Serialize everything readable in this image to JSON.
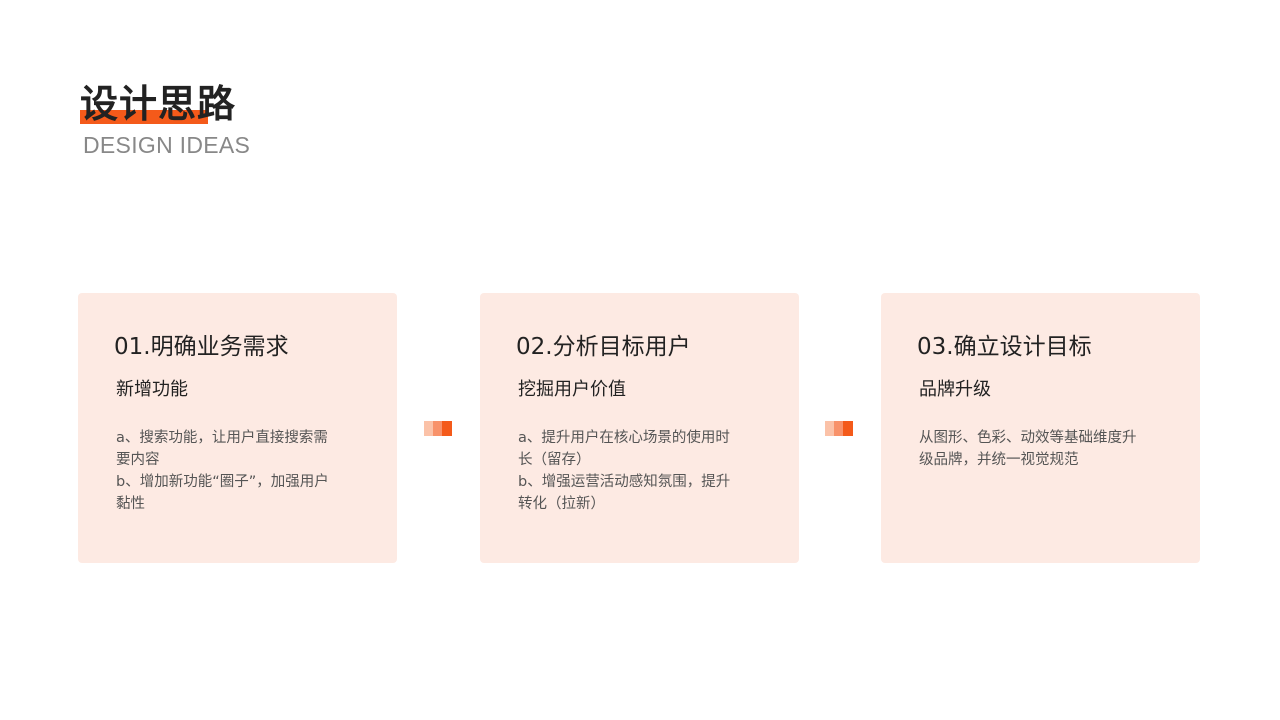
{
  "header": {
    "title": "设计思路",
    "subtitle": "DESIGN IDEAS"
  },
  "cards": [
    {
      "title": "01.明确业务需求",
      "subtitle": "新增功能",
      "lines": [
        "a、搜索功能，让用户直接搜索需",
        "要内容",
        "b、增加新功能“圈子”，加强用户",
        "黏性"
      ]
    },
    {
      "title": "02.分析目标用户",
      "subtitle": "挖掘用户价值",
      "lines": [
        "a、提升用户在核心场景的使用时",
        "长（留存）",
        "b、增强运营活动感知氛围，提升",
        "转化（拉新）"
      ]
    },
    {
      "title": "03.确立设计目标",
      "subtitle": "品牌升级",
      "lines": [
        "从图形、色彩、动效等基础维度升",
        "级品牌，并统一视觉规范"
      ]
    }
  ],
  "colors": {
    "accent": "#f45a1a",
    "card_background": "#fdeae3",
    "title_text": "#222222",
    "subtitle_text": "#888888",
    "body_text": "#555555"
  }
}
